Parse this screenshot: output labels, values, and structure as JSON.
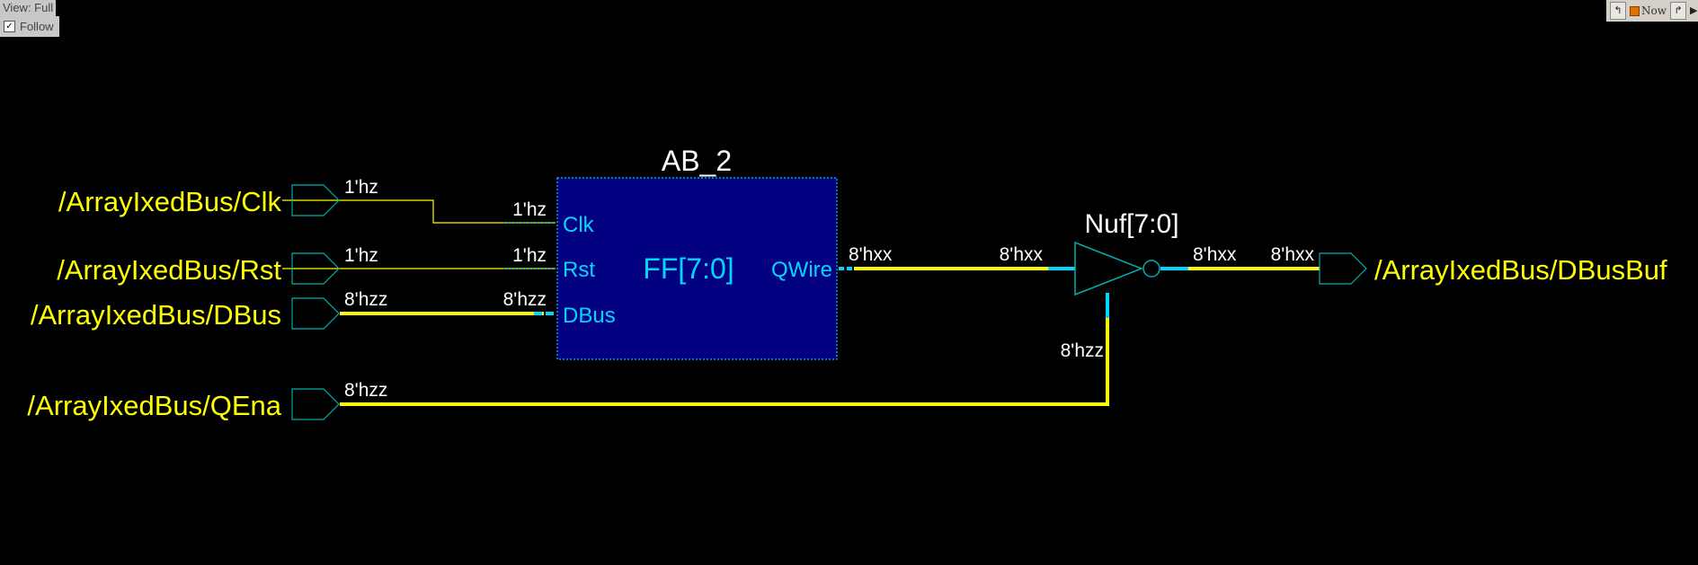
{
  "view": {
    "label": "View: Full",
    "follow_label": "Follow",
    "follow_checked": true
  },
  "toolbar": {
    "now_label": "Now"
  },
  "colors": {
    "background": "#000000",
    "signal": "#ffff00",
    "bus": "#ffff00",
    "pin": "#00d8ff",
    "block_fill": "#000080",
    "block_border": "#00c8ff",
    "port_outline": "#00b0b0",
    "value_text": "#ffffff"
  },
  "ports": {
    "clk": "/ArrayIxedBus/Clk",
    "rst": "/ArrayIxedBus/Rst",
    "dbus": "/ArrayIxedBus/DBus",
    "qena": "/ArrayIxedBus/QEna",
    "dbusbuf": "/ArrayIxedBus/DBusBuf"
  },
  "block": {
    "instance": "AB_2",
    "name": "FF[7:0]",
    "pins": {
      "clk": "Clk",
      "rst": "Rst",
      "dbus": "DBus",
      "qwire": "QWire"
    }
  },
  "buffer": {
    "name": "Nuf[7:0]"
  },
  "values": {
    "clk_in": "1'hz",
    "clk_pin": "1'hz",
    "rst_in": "1'hz",
    "rst_pin": "1'hz",
    "dbus_in": "8'hzz",
    "dbus_pin": "8'hzz",
    "qena_in": "8'hzz",
    "qena_enable": "8'hzz",
    "qwire_out": "8'hxx",
    "buf_in": "8'hxx",
    "buf_out": "8'hxx",
    "dbusbuf_out": "8'hxx"
  }
}
